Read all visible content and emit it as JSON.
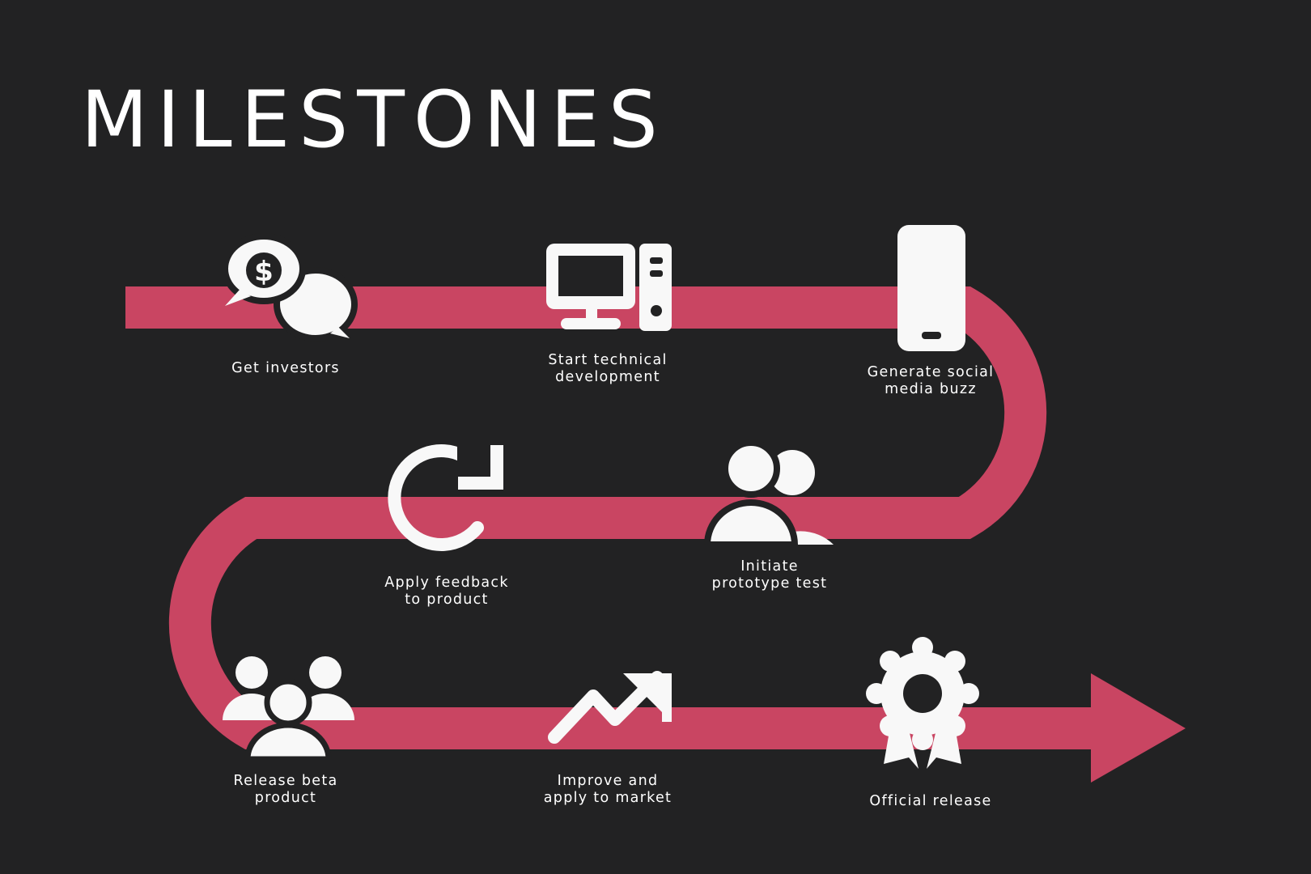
{
  "title": "MILESTONES",
  "colors": {
    "background": "#222223",
    "path": "#c94562",
    "icon": "#f8f8f8"
  },
  "milestones": [
    {
      "label": "Get investors",
      "icon": "money-chat-icon"
    },
    {
      "label": "Start technical\ndevelopment",
      "icon": "desktop-computer-icon"
    },
    {
      "label": "Generate social\nmedia buzz",
      "icon": "smartphone-icon"
    },
    {
      "label": "Initiate\nprototype test",
      "icon": "two-users-icon"
    },
    {
      "label": "Apply feedback\nto product",
      "icon": "refresh-arrow-icon"
    },
    {
      "label": "Release beta\nproduct",
      "icon": "group-users-icon"
    },
    {
      "label": "Improve and\napply to market",
      "icon": "trend-up-icon"
    },
    {
      "label": "Official release",
      "icon": "award-badge-icon"
    }
  ]
}
